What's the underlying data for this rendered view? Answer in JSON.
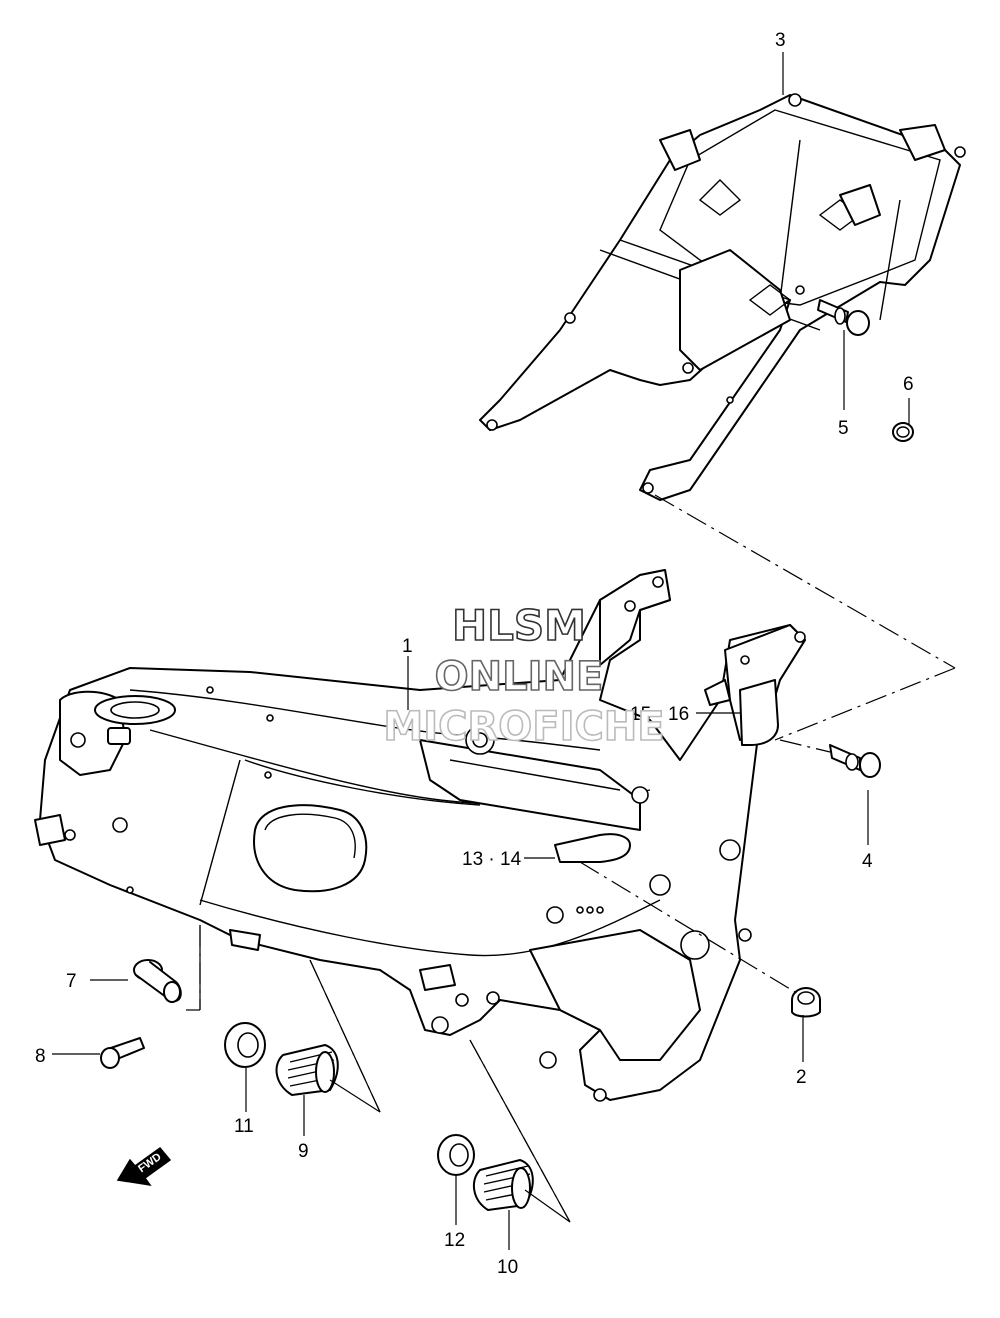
{
  "watermark": {
    "line1": "HLSM",
    "line2": "ONLINE",
    "line3": "MICROFICHE",
    "color1": "#333333",
    "color2": "#666666",
    "color3": "#bbbbbb"
  },
  "direction_label": "FWD",
  "callouts": [
    {
      "id": "1",
      "text": "1"
    },
    {
      "id": "2",
      "text": "2"
    },
    {
      "id": "3",
      "text": "3"
    },
    {
      "id": "4",
      "text": "4"
    },
    {
      "id": "5",
      "text": "5"
    },
    {
      "id": "6",
      "text": "6"
    },
    {
      "id": "7",
      "text": "7"
    },
    {
      "id": "8",
      "text": "8"
    },
    {
      "id": "9",
      "text": "9"
    },
    {
      "id": "10",
      "text": "10"
    },
    {
      "id": "11",
      "text": "11"
    },
    {
      "id": "12",
      "text": "12"
    },
    {
      "id": "13-14",
      "text": "13 · 14"
    },
    {
      "id": "15-16",
      "text": "15 · 16"
    }
  ]
}
